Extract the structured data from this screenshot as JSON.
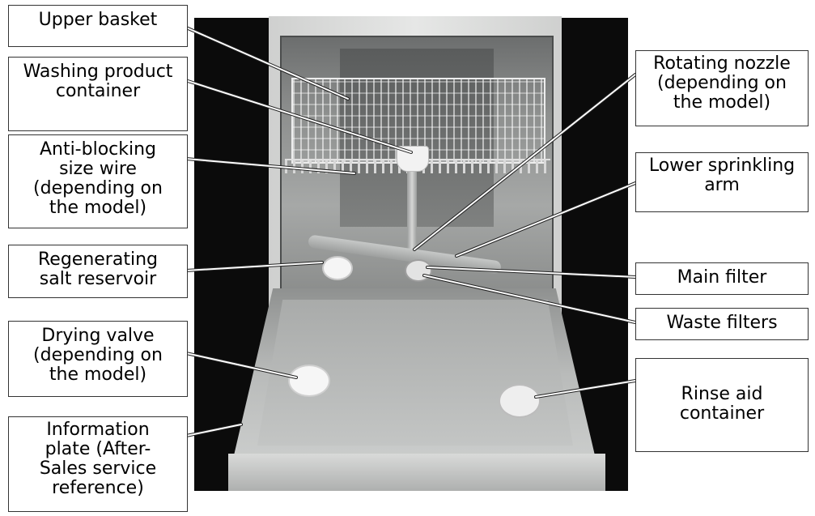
{
  "labels": {
    "upper_basket": [
      "Upper basket"
    ],
    "washing_product": [
      "Washing product",
      "container"
    ],
    "anti_blocking": [
      "Anti-blocking",
      "size wire",
      "(depending on",
      "the model)"
    ],
    "regenerating_salt": [
      "Regenerating",
      "salt reservoir"
    ],
    "drying_valve": [
      "Drying valve",
      "(depending on",
      "the model)"
    ],
    "information_plate": [
      "Information",
      "plate (After-",
      "Sales service",
      "reference)"
    ],
    "rotating_nozzle": [
      "Rotating nozzle",
      "(depending on",
      "the model)"
    ],
    "lower_sprinkling": [
      "Lower sprinkling",
      "arm"
    ],
    "main_filter": [
      "Main filter"
    ],
    "waste_filters": [
      "Waste filters"
    ],
    "rinse_aid": [
      "Rinse aid",
      "container"
    ]
  },
  "colors": {
    "label_border": "#333333",
    "leader_line": "#ffffff",
    "leader_outline": "#222222"
  }
}
